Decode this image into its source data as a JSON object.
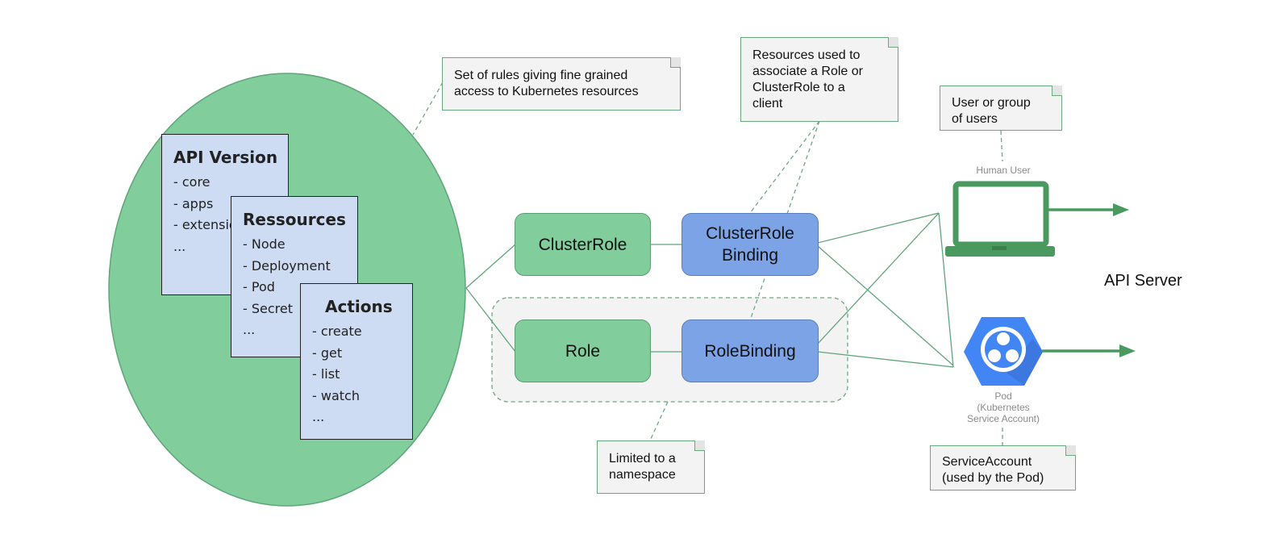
{
  "cards": {
    "api_version": {
      "title": "API Version",
      "items": [
        "- core",
        "- apps",
        "- extensions",
        "..."
      ]
    },
    "resources": {
      "title": "Ressources",
      "items": [
        "- Node",
        "- Deployment",
        "- Pod",
        "- Secret",
        "..."
      ]
    },
    "actions": {
      "title": "Actions",
      "items": [
        "- create",
        "- get",
        "- list",
        "- watch",
        "..."
      ]
    }
  },
  "nodes": {
    "cluster_role": "ClusterRole",
    "cluster_role_binding_line1": "ClusterRole",
    "cluster_role_binding_line2": "Binding",
    "role": "Role",
    "role_binding": "RoleBinding"
  },
  "notes": {
    "rules": [
      "Set of rules giving fine grained",
      "access to Kubernetes resources"
    ],
    "bindings": [
      "Resources used to",
      "associate a Role or",
      "ClusterRole to a",
      "client"
    ],
    "user": [
      "User or group",
      "of users"
    ],
    "namespace": [
      "Limited to a",
      "namespace"
    ],
    "service_account": [
      "ServiceAccount",
      "(used by the Pod)"
    ]
  },
  "labels": {
    "human_user": "Human User",
    "pod_line1": "Pod",
    "pod_line2": "(Kubernetes",
    "pod_line3": "Service Account)",
    "api_server": "API Server"
  },
  "colors": {
    "ellipse": "#82cd9c",
    "green_node": "#82cd9c",
    "blue_node": "#7ba3e6",
    "card": "#cddbf3",
    "connector": "#5fa57a",
    "laptop": "#4a9a60",
    "pod_hex": "#4285f4"
  }
}
